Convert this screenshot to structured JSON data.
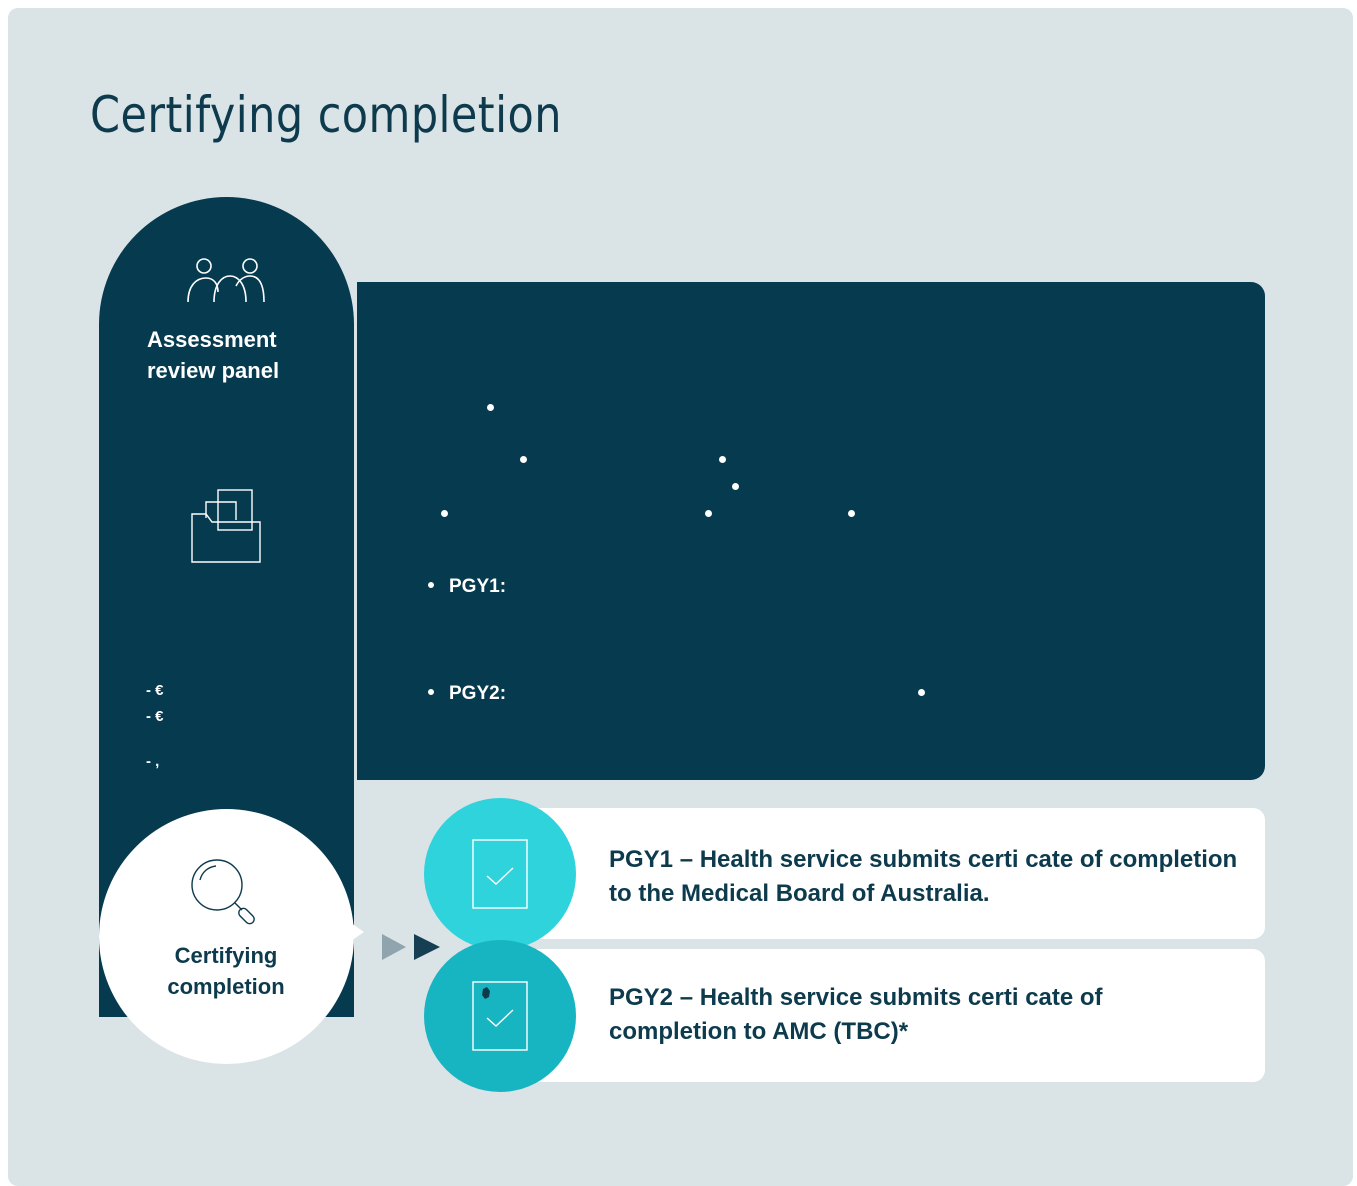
{
  "page": {
    "title": "Certifying completion"
  },
  "colors": {
    "background": "#dae3e6",
    "navy": "#053a4f",
    "text_dark": "#0d3b4d",
    "teal_light": "#2fd3db",
    "teal": "#17b5c1"
  },
  "pillar": {
    "panel_label": "Assessment review panel",
    "panel_icon": "people-icon",
    "folder_icon": "folder-icon",
    "symbols": [
      "- €",
      "- €",
      "- ,"
    ]
  },
  "main_box": {
    "bullets": [
      {
        "label": "PGY1:"
      },
      {
        "label": "PGY2:"
      }
    ]
  },
  "certifying": {
    "label": "Certifying completion",
    "icon": "magnifier-icon"
  },
  "steps": [
    {
      "text": "PGY1 – Health service submits certi  cate of completion to the Medical Board of Australia.",
      "icon": "document-check-icon"
    },
    {
      "text": "PGY2 – Health service submits certi  cate of completion to AMC (TBC)*",
      "icon": "document-check-icon"
    }
  ]
}
